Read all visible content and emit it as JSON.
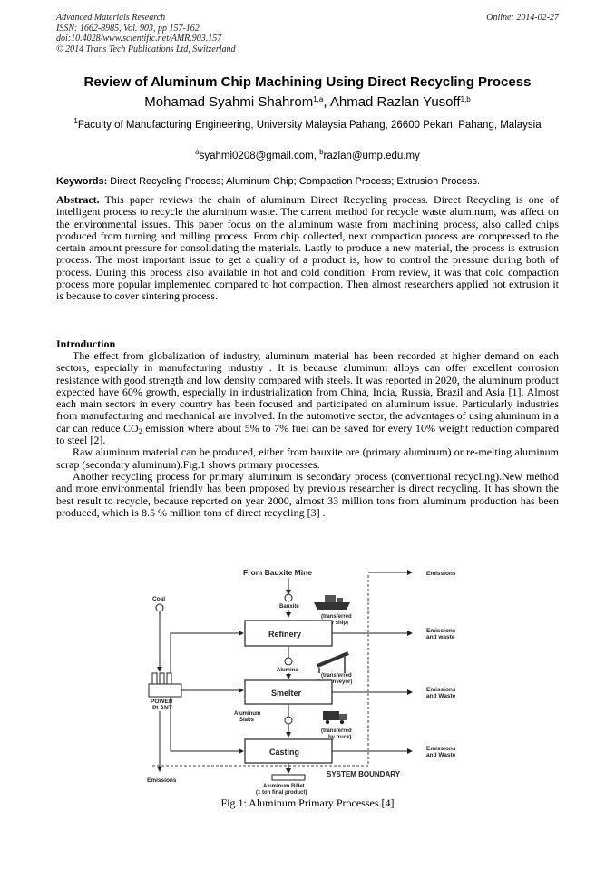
{
  "header": {
    "journal": "Advanced Materials Research",
    "issn": "ISSN: 1662-8985, Vol. 903, pp 157-162",
    "doi": "doi:10.4028/www.scientific.net/AMR.903.157",
    "copyright": "© 2014 Trans Tech Publications Ltd, Switzerland",
    "online": "Online: 2014-02-27"
  },
  "title": "Review of Aluminum Chip Machining Using Direct Recycling Process",
  "authors": {
    "author1": "Mohamad Syahmi Shahrom",
    "author1_sup": "1,a",
    "separator": ", ",
    "author2": "Ahmad Razlan Yusoff",
    "author2_sup": "1,b"
  },
  "affiliation": {
    "sup": "1",
    "text": "Faculty of Manufacturing Engineering, University Malaysia Pahang, 26600 Pekan, Pahang, Malaysia"
  },
  "emails": {
    "a_sup": "a",
    "a": "syahmi0208@gmail.com, ",
    "b_sup": "b",
    "b": "razlan@ump.edu.my"
  },
  "keywords": {
    "label": "Keywords:",
    "text": " Direct Recycling Process; Aluminum Chip; Compaction Process; Extrusion Process."
  },
  "abstract": {
    "label": "Abstract.",
    "text": " This paper reviews the chain of aluminum Direct Recycling process. Direct Recycling is one of intelligent process to recycle the aluminum waste. The current method for recycle waste aluminum, was affect on the environmental issues. This paper focus on the aluminum waste from machining process, also called chips produced  from turning and milling process. From chip collected, next compaction process are compressed to the certain amount pressure for consolidating the materials. Lastly to produce a new material, the process is extrusion process. The most important issue to get a quality of a product is, how to control the pressure during both of process. During this process also available in hot and cold condition. From review, it was that cold compaction process more popular implemented compared to hot compaction. Then almost researchers applied hot extrusion it is because to cover sintering process."
  },
  "introduction": {
    "heading": "Introduction",
    "p1a": "The effect from globalization of industry, aluminum material has been recorded at higher demand on each sectors, especially in manufacturing industry . It is because aluminum alloys can offer excellent corrosion resistance with good strength and low density compared with steels. It was reported in 2020, the aluminum product expected have 60% growth, especially in industrialization from China, India, Russia, Brazil and Asia [1]. Almost each main sectors in every country has been focused and participated on aluminum issue. Particularly industries from manufacturing and mechanical are involved. In the automotive sector, the advantages of using aluminum in a car can reduce CO",
    "p1_sub": "2",
    "p1b": " emission where about 5% to 7% fuel can be saved for every 10% weight reduction compared to steel  [2].",
    "p2": "Raw aluminum material can be produced, either from bauxite ore (primary aluminum) or re-melting aluminum scrap (secondary aluminum).Fig.1 shows primary processes.",
    "p3": "Another recycling process for primary aluminum is secondary process (conventional recycling).New method and more environmental friendly has been proposed by previous researcher is direct recycling. It has shown the best result to recycle, because reported on year 2000, almost 33 million tons from aluminum production has been produced, which is 8.5 % million tons of direct recycling [3] ."
  },
  "figure": {
    "from_mine": "From Bauxite Mine",
    "coal": "Coal",
    "bauxite": "Bauxite",
    "ship1": "(transferred",
    "ship2": "by ship)",
    "refinery": "Refinery",
    "alumina": "Alumina",
    "conveyor1": "(transferred",
    "conveyor2": "by conveyor)",
    "power1": "POWER",
    "power2": "PLANT",
    "smelter": "Smelter",
    "slabs1": "Aluminum",
    "slabs2": "Slabs",
    "truck1": "(transferred",
    "truck2": "by truck)",
    "casting": "Casting",
    "emissions_top": "Emissions",
    "emissions_waste_1a": "Emissions",
    "emissions_waste_1b": "and waste",
    "emissions_waste_2a": "Emissions",
    "emissions_waste_2b": "and Waste",
    "emissions_waste_3a": "Emissions",
    "emissions_waste_3b": "and Waste",
    "emissions_bottom": "Emissions",
    "system_boundary": "SYSTEM BOUNDARY",
    "billet1": "Aluminum Billet",
    "billet2": "(1 ton final product)"
  },
  "caption": "Fig.1: Aluminum Primary Processes.[4]"
}
